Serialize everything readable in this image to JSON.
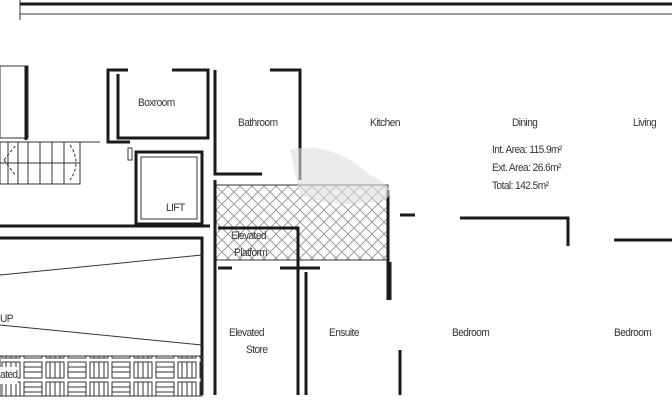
{
  "rooms": {
    "boxroom": "Boxroom",
    "bathroom": "Bathroom",
    "kitchen": "Kitchen",
    "dining": "Dining",
    "living": "Living",
    "lift": "LIFT",
    "elevated_platform": [
      "Elevated",
      "Platform"
    ],
    "elevated_store": [
      "Elevated",
      "Store"
    ],
    "ensuite": "Ensuite",
    "bedroom_1": "Bedroom",
    "bedroom_2": "Bedroom",
    "stairs_up": "UP",
    "cut_label": "ated"
  },
  "areas": {
    "internal": "Int. Area: 115.9m²",
    "external": "Ext. Area: 26.6m²",
    "total": "Total: 142.5m²"
  },
  "colors": {
    "walls": "#1a1a1a",
    "background": "#ffffff"
  }
}
